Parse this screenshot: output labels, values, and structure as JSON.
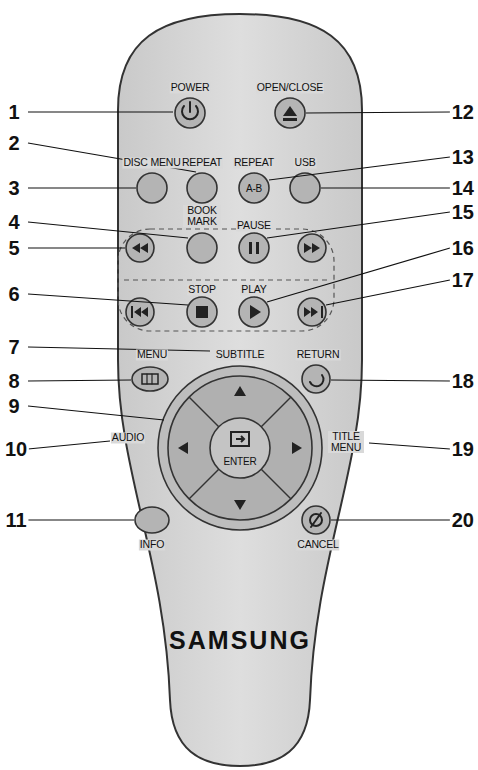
{
  "diagram": {
    "labels": [
      "1",
      "2",
      "3",
      "4",
      "5",
      "6",
      "7",
      "8",
      "9",
      "10",
      "11",
      "12",
      "13",
      "14",
      "15",
      "16",
      "17",
      "18",
      "19",
      "20",
      "POWER",
      "OPEN/CLOSE",
      "DISC MENU",
      "REPEAT",
      "REPEAT",
      "A-B",
      "USB",
      "BOOK MARK",
      "PAUSE",
      "STOP",
      "PLAY",
      "MENU",
      "SUBTITLE",
      "RETURN",
      "ENTER",
      "AUDIO",
      "TITLE MENU",
      "INFO",
      "CANCEL",
      "SAMSUNG"
    ]
  }
}
